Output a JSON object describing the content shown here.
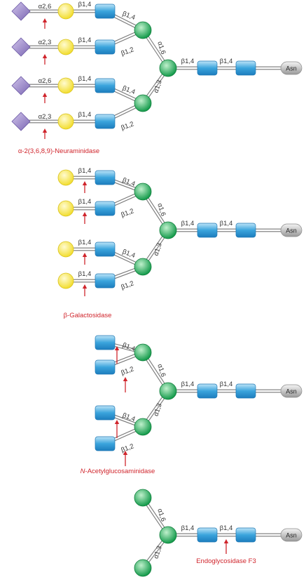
{
  "colors": {
    "sialic_acid": "#8f7dc0",
    "galactose": "#f5e84a",
    "glcnac": "#3fa6dd",
    "mannose": "#22a85a",
    "asn": "#bdbdbd",
    "bond": "#777777",
    "enzyme": "#d0252c"
  },
  "icons": {
    "sialic_acid": "purple-diamond-icon",
    "galactose": "yellow-circle-icon",
    "glcnac": "blue-square-icon",
    "mannose": "green-circle-icon",
    "asn": "asn-pill-icon",
    "cleavage": "red-arrow-icon"
  },
  "linkages": {
    "a26": "α2,6",
    "a23": "α2,3",
    "b14": "β1,4",
    "b12": "β1,2",
    "a16": "α1,6",
    "a13": "α1,3"
  },
  "asn_label": "Asn",
  "enzymes": {
    "neuraminidase": "α-2(3,6,8,9)-Neuraminidase",
    "galactosidase": "β-Galactosidase",
    "glucosaminidase_prefix": "N",
    "glucosaminidase_suffix": "-Acetylglucosaminidase",
    "endoglycosidase": "Endoglycosidase F3"
  }
}
